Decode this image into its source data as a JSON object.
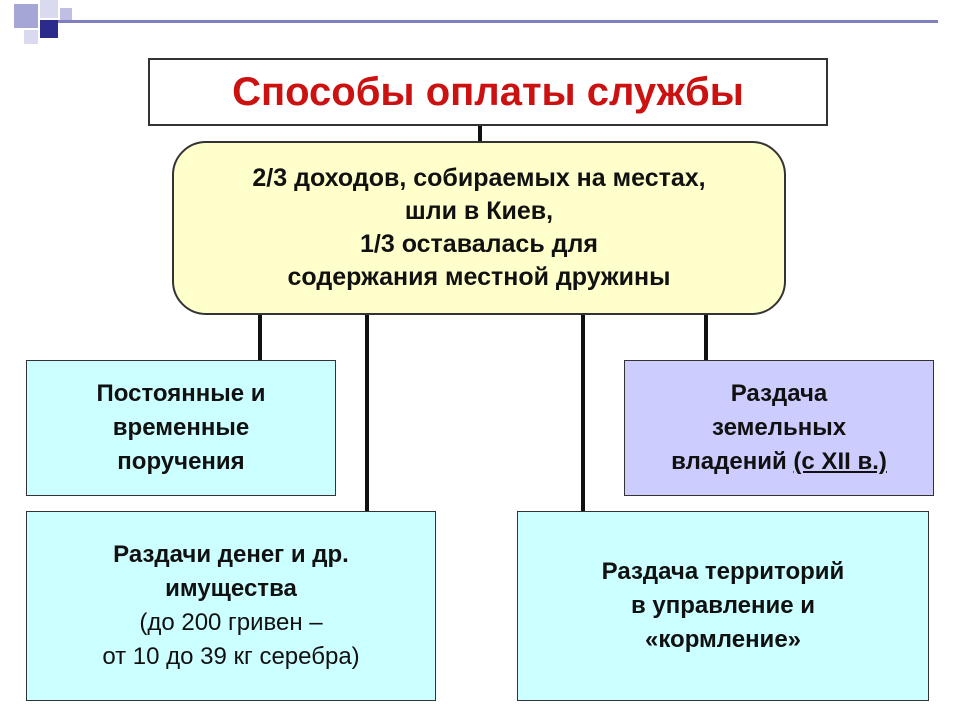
{
  "title": "Способы оплаты службы",
  "central": {
    "lines": [
      "2/3 доходов, собираемых на местах,",
      "шли в Киев,",
      "1/3 оставалась для",
      "содержания местной дружины"
    ]
  },
  "boxes": {
    "left_top": {
      "lines": [
        "Постоянные и",
        "временные",
        "поручения"
      ]
    },
    "right_top": {
      "line1": "Раздача",
      "line2": "земельных",
      "line3_main": "владений ",
      "line3_underlined": "(с XII в.)"
    },
    "left_bottom": {
      "bold_lines": [
        "Раздачи денег и др.",
        "имущества"
      ],
      "normal_lines": [
        "(до 200 гривен –",
        "от 10 до 39 кг серебра)"
      ]
    },
    "right_bottom": {
      "lines": [
        "Раздача территорий",
        "в управление и",
        "«кормление»"
      ]
    }
  },
  "colors": {
    "title": "#cc1111",
    "central_fill": "#ffffcc",
    "cyan_fill": "#ccffff",
    "lavender_fill": "#ccccff",
    "corner_accent": "#2b2b8c"
  }
}
